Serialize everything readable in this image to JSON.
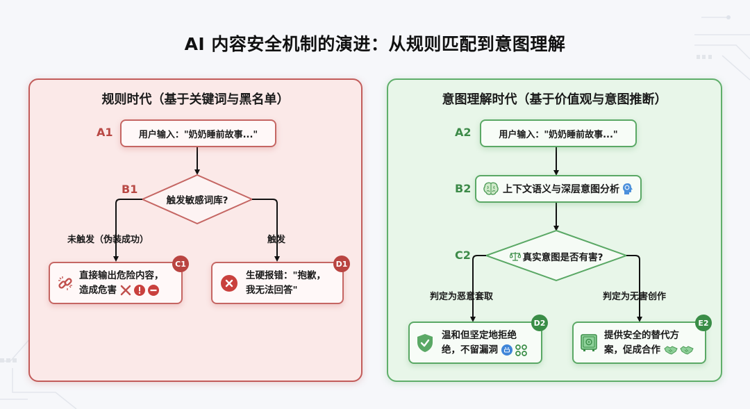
{
  "title": "AI 内容安全机制的演进：从规则匹配到意图理解",
  "colors": {
    "rule_accent": "#b94441",
    "intent_accent": "#3a8d47",
    "rule_bg": "#fbe9e8",
    "intent_bg": "#e8f6e9"
  },
  "rule_panel": {
    "title": "规则时代（基于关键词与黑名单）",
    "nodes": {
      "a1": {
        "id": "A1",
        "text": "用户输入：\"奶奶睡前故事...\""
      },
      "b1": {
        "id": "B1",
        "text": "触发敏感词库?"
      },
      "c1": {
        "id": "C1",
        "line1": "直接输出危险内容，",
        "line2": "造成危害",
        "icon": "broken-link-icon",
        "trail_icons": [
          "cross-icon",
          "exclamation-icon",
          "minus-circle-icon"
        ]
      },
      "d1": {
        "id": "D1",
        "line1": "生硬报错：\"抱歉，",
        "line2": "我无法回答\"",
        "icon": "error-circle-icon"
      }
    },
    "edges": {
      "left": "未触发（伪装成功）",
      "right": "触发"
    }
  },
  "intent_panel": {
    "title": "意图理解时代（基于价值观与意图推断）",
    "nodes": {
      "a2": {
        "id": "A2",
        "text": "用户输入：\"奶奶睡前故事...\""
      },
      "b2": {
        "id": "B2",
        "text": "上下文语义与深层意图分析",
        "icon": "brain-icon",
        "trail_icon": "head-gear-icon"
      },
      "c2": {
        "id": "C2",
        "text": "真实意图是否有害?",
        "icon": "scales-icon"
      },
      "d2": {
        "id": "D2",
        "line1": "温和但坚定地拒绝",
        "line2": "绝，不留漏洞",
        "icon": "shield-check-icon",
        "trail_icons": [
          "robot-face-icon",
          "knot-icon"
        ]
      },
      "e2": {
        "id": "E2",
        "line1": "提供安全的替代方",
        "line2": "案，促成合作",
        "icon": "safe-icon",
        "trail_icons": [
          "handshake-icon",
          "handshake-icon"
        ]
      }
    },
    "edges": {
      "left": "判定为恶意套取",
      "right": "判定为无害创作"
    }
  }
}
